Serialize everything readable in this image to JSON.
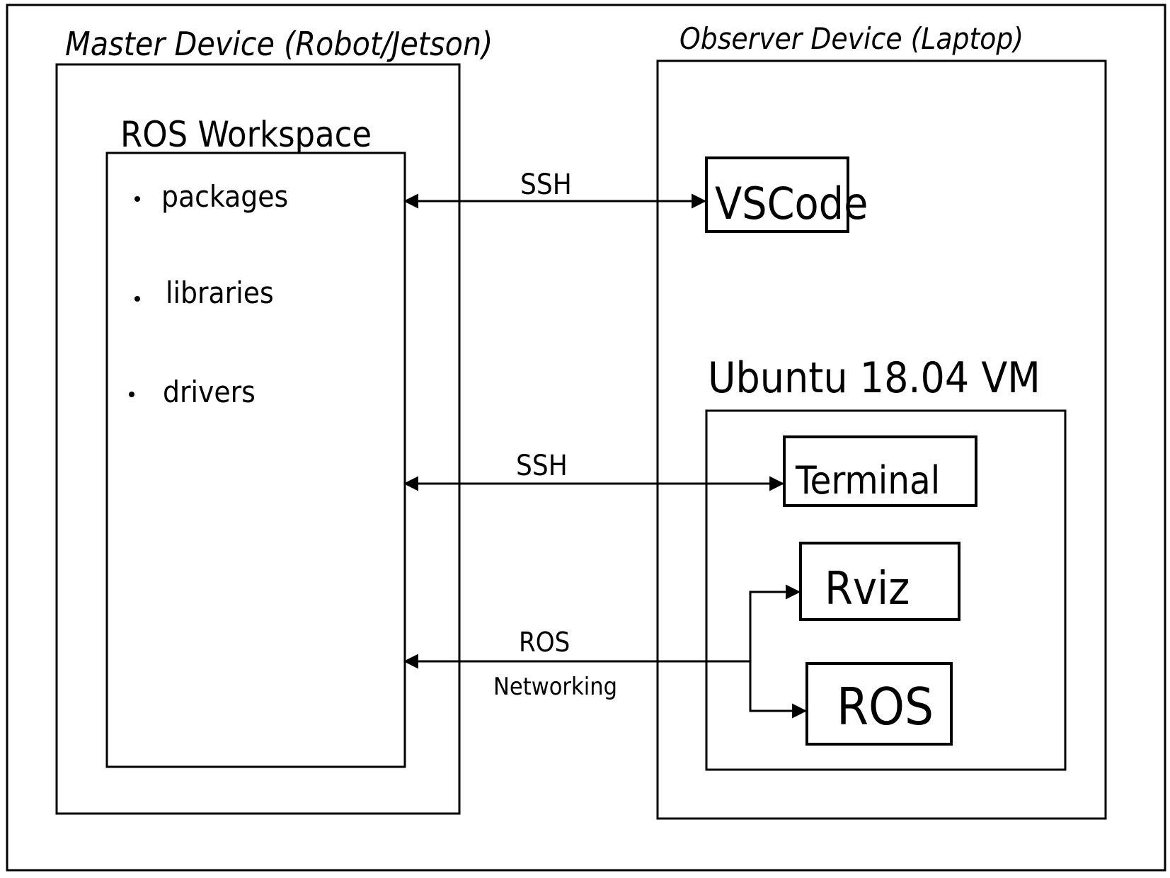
{
  "diagram": {
    "master": {
      "title": "Master Device (Robot/Jetson)",
      "workspace": {
        "title": "ROS Workspace",
        "items": [
          "packages",
          "libraries",
          "drivers"
        ]
      }
    },
    "observer": {
      "title": "Observer Device (Laptop)",
      "vscode": "VSCode",
      "vm": {
        "title": "Ubuntu 18.04 VM",
        "terminal": "Terminal",
        "rviz": "Rviz",
        "ros": "ROS"
      }
    },
    "connections": {
      "ssh_top": "SSH",
      "ssh_middle": "SSH",
      "ros_networking_line1": "ROS",
      "ros_networking_line2": "Networking"
    }
  }
}
